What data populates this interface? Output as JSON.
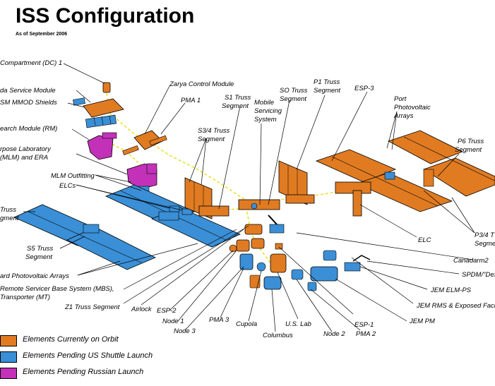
{
  "header": {
    "title": "ISS Configuration",
    "subtitle": "As of September 2006"
  },
  "colors": {
    "orbit": "#e07b22",
    "us_shuttle": "#3a8fd6",
    "russian": "#c231b8",
    "connector": "#e8e020"
  },
  "labels": {
    "docking_compartment": "Compartment (DC) 1",
    "service_module": "da Service Module",
    "mmod_shields": "SM MMOD Shields",
    "research_module": "earch Module (RM)",
    "mlm_line1": "rpose Laboratory",
    "mlm_line2": "(MLM) and ERA",
    "mlm_outfitting": "MLM Outfitting",
    "elcs": "ELCs",
    "truss_left_line1": "Truss",
    "truss_left_line2": "gment",
    "s5_line1": "S5 Truss",
    "s5_line2": "Segment",
    "starboard_arrays": "ard Photovoltaic Arrays",
    "mbs_line1": "Remote Servicer Base System (MBS),",
    "mbs_line2": "Transporter (MT)",
    "z1": "Z1 Truss Segment",
    "airlock": "Airlock",
    "esp2": "ESP-2",
    "node1": "Node 1",
    "node3": "Node 3",
    "pma3": "PMA 3",
    "cupola": "Cupola",
    "columbus": "Columbus",
    "uslab": "U.S. Lab",
    "node2": "Node 2",
    "esp1": "ESP-1",
    "pma2": "PMA 2",
    "zarya": "Zarya Control Module",
    "pma1": "PMA 1",
    "s1_line1": "S1 Truss",
    "s1_line2": "Segment",
    "s34_line1": "S3/4 Truss",
    "s34_line2": "Segment",
    "mss_line1": "Mobile",
    "mss_line2": "Servicing",
    "mss_line3": "System",
    "so_line1": "SO Truss",
    "so_line2": "Segment",
    "p1_line1": "P1 Truss",
    "p1_line2": "Segment",
    "esp3": "ESP-3",
    "port_line1": "Port",
    "port_line2": "Photovoltaic",
    "port_line3": "Arrays",
    "p6_line1": "P6 Truss",
    "p6_line2": "Segment",
    "elc": "ELC",
    "p34_line1": "P3/4 T",
    "p34_line2": "Segme",
    "canadarm": "Canadarm2",
    "spdm": "SPDM/\"Dex",
    "jem_elm": "JEM ELM-PS",
    "jem_rms": "JEM RMS & Exposed Facil",
    "jem_pm": "JEM PM"
  },
  "legend": [
    {
      "label": "Elements Currently on Orbit",
      "color": "#e07b22"
    },
    {
      "label": "Elements Pending US Shuttle Launch",
      "color": "#3a8fd6"
    },
    {
      "label": "Elements Pending Russian Launch",
      "color": "#c231b8"
    }
  ]
}
